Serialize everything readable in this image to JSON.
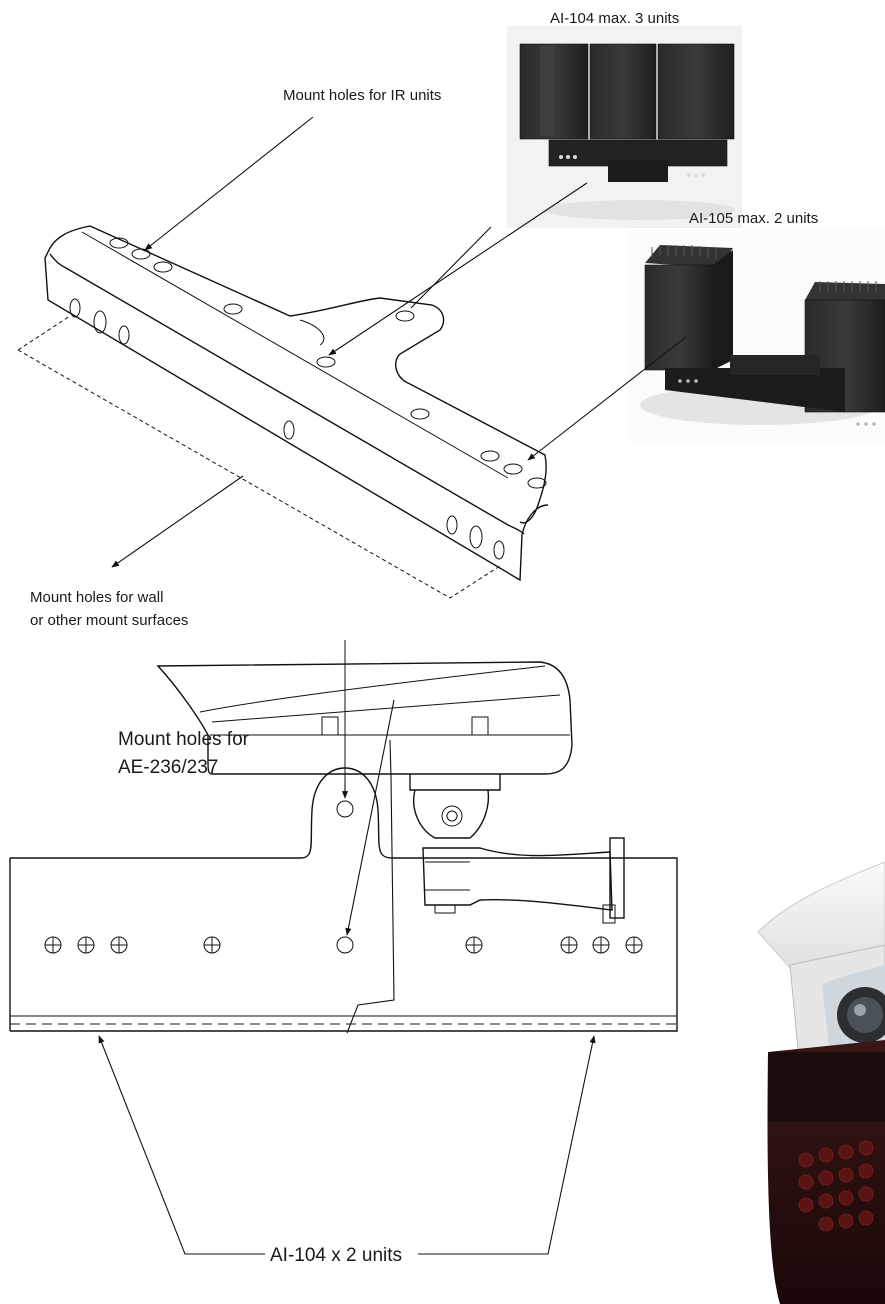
{
  "labels": {
    "ai104_units": "AI-104 max. 3 units",
    "ir_mount_holes": "Mount holes for IR units",
    "ai105_units": "AI-105 max. 2 units",
    "wall_mount_line1": "Mount holes for wall",
    "wall_mount_line2": "or other mount surfaces",
    "ae_mount_line1": "Mount holes for",
    "ae_mount_line2": "AE-236/237",
    "ai104_x2": "AI-104 x 2 units"
  }
}
